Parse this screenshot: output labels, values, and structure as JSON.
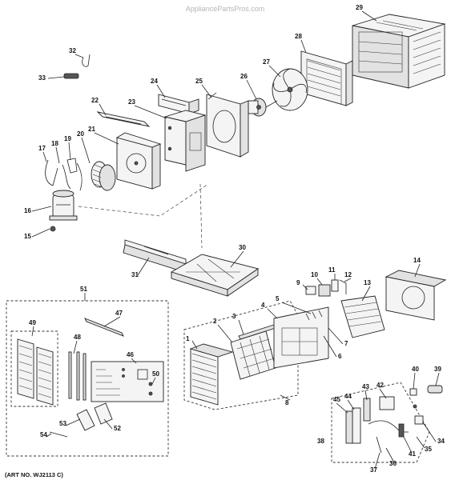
{
  "watermark": "AppliancePartsPros.com",
  "art_number": "(ART NO. WJ2113 C)",
  "callouts": [
    "1",
    "2",
    "3",
    "4",
    "5",
    "6",
    "7",
    "8",
    "9",
    "10",
    "11",
    "12",
    "13",
    "14",
    "15",
    "16",
    "17",
    "18",
    "19",
    "20",
    "21",
    "22",
    "23",
    "24",
    "25",
    "26",
    "27",
    "28",
    "29",
    "30",
    "31",
    "32",
    "33",
    "34",
    "35",
    "36",
    "37",
    "38",
    "39",
    "40",
    "41",
    "42",
    "43",
    "44",
    "45",
    "46",
    "47",
    "48",
    "49",
    "50",
    "51",
    "52",
    "53",
    "54"
  ]
}
